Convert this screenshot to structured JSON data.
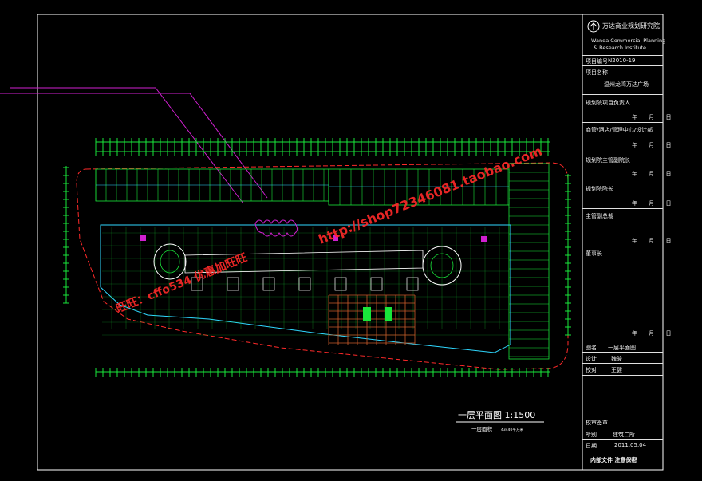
{
  "colors": {
    "background": "#000000",
    "frame": "#ffffff",
    "plan_lines": "#19e63a",
    "plan_lines_alt": "#2fd8ff",
    "boundary": "#ff2a2a",
    "magenta": "#d020d0",
    "watermark": "#ff2a2a",
    "brown_grid": "#c85a2a"
  },
  "title_block": {
    "logo_text": "万达商业规划研究院",
    "institute_en_1": "Wanda Commercial Planning",
    "institute_en_2": "& Research Institute",
    "project_no_label": "项目编号",
    "project_no": "N2010-19",
    "project_name_label": "项目名称",
    "project_name": "温州龙湾万达广场",
    "row_1": "规划院项目负责人",
    "row_2": "商管/酒店/管理中心/设计部",
    "row_3": "规划院主管副院长",
    "row_4": "规划院院长",
    "row_5": "主管副总裁",
    "row_6": "董事长",
    "date_mark": "年 月 日",
    "drawing_name_label": "图名",
    "drawing_name": "一层平面图",
    "design_label": "设计",
    "design_value": "魏骏",
    "check_label": "校对",
    "check_value": "王健",
    "stamp_label": "校审签章",
    "dept_label": "所别",
    "dept_value": "建筑二所",
    "date_label": "日期",
    "date_value": "2011.05.04",
    "footer": "内部文件  注意保密"
  },
  "drawing": {
    "title": "一层平面图  1:1500",
    "area_label": "一层面积",
    "area_value": "43440平方米"
  },
  "watermarks": {
    "shop_url": "http://shop72346081.taobao.com",
    "wangwang": "旺旺：cffo534  优惠加旺旺"
  }
}
